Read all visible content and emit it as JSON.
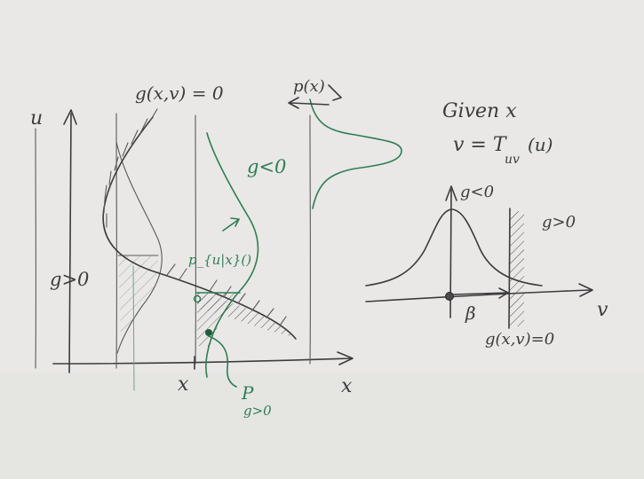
{
  "left_plot": {
    "u_axis_label": "u",
    "x_axis_label": "x",
    "x_tick_label": "x",
    "limit_state_label": "g(x,v) = 0",
    "region_label_safe": "g<0",
    "region_label_fail": "g>0",
    "px_label": "p(x)",
    "conditional_pdf_label": "p_{u|x}()",
    "failure_prob_label_main": "P",
    "failure_prob_label_sub": "g>0"
  },
  "right_plot": {
    "given_label": "Given x",
    "transform_label_lhs": "v = T",
    "transform_label_sub": "uv",
    "transform_label_arg": "(u)",
    "v_axis_label": "v",
    "beta_label": "β",
    "region_label_safe": "g<0",
    "region_label_fail": "g>0",
    "limit_state_label": "g(x,v)=0"
  },
  "colors": {
    "paper": "#e9e8e6",
    "pencil": "#3c3c3e",
    "green_ink": "#2f7d55"
  }
}
